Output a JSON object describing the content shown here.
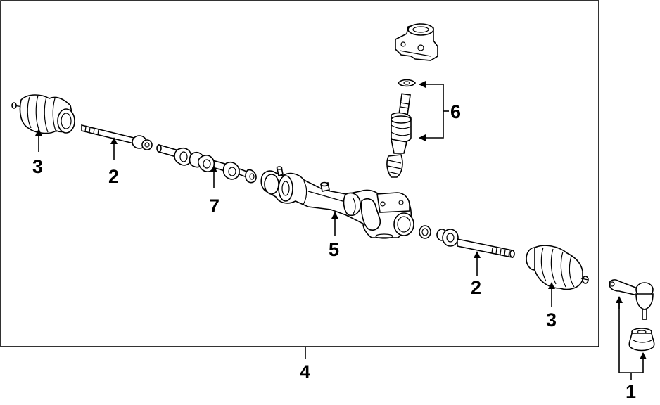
{
  "callouts": {
    "c1": "1",
    "c2_left": "2",
    "c2_right": "2",
    "c3_left": "3",
    "c3_right": "3",
    "c4": "4",
    "c5": "5",
    "c6": "6",
    "c7": "7"
  },
  "colors": {
    "line": "#000000",
    "background": "#ffffff"
  }
}
